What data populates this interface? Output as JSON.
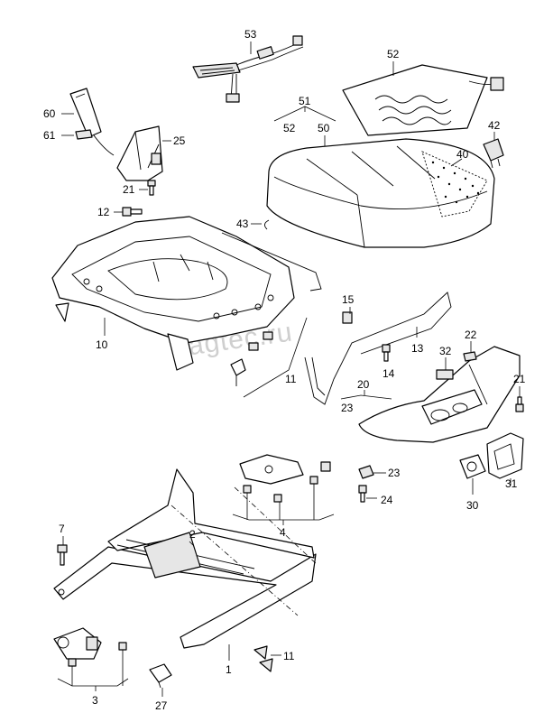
{
  "watermark": "vagtec.ru",
  "callouts": {
    "p1": "1",
    "p2": "2",
    "p3": "3",
    "p4": "4",
    "p7": "7",
    "p10": "10",
    "p11a": "11",
    "p11b": "11",
    "p12": "12",
    "p13": "13",
    "p14": "14",
    "p15": "15",
    "p20": "20",
    "p21a": "21",
    "p21b": "21",
    "p22": "22",
    "p23a": "23",
    "p23b": "23",
    "p24": "24",
    "p25": "25",
    "p27": "27",
    "p30": "30",
    "p31": "31",
    "p32": "32",
    "p40": "40",
    "p42": "42",
    "p43": "43",
    "p50": "50",
    "p51": "51",
    "p52a": "52",
    "p52b": "52",
    "p53": "53",
    "p60": "60",
    "p61": "61"
  }
}
